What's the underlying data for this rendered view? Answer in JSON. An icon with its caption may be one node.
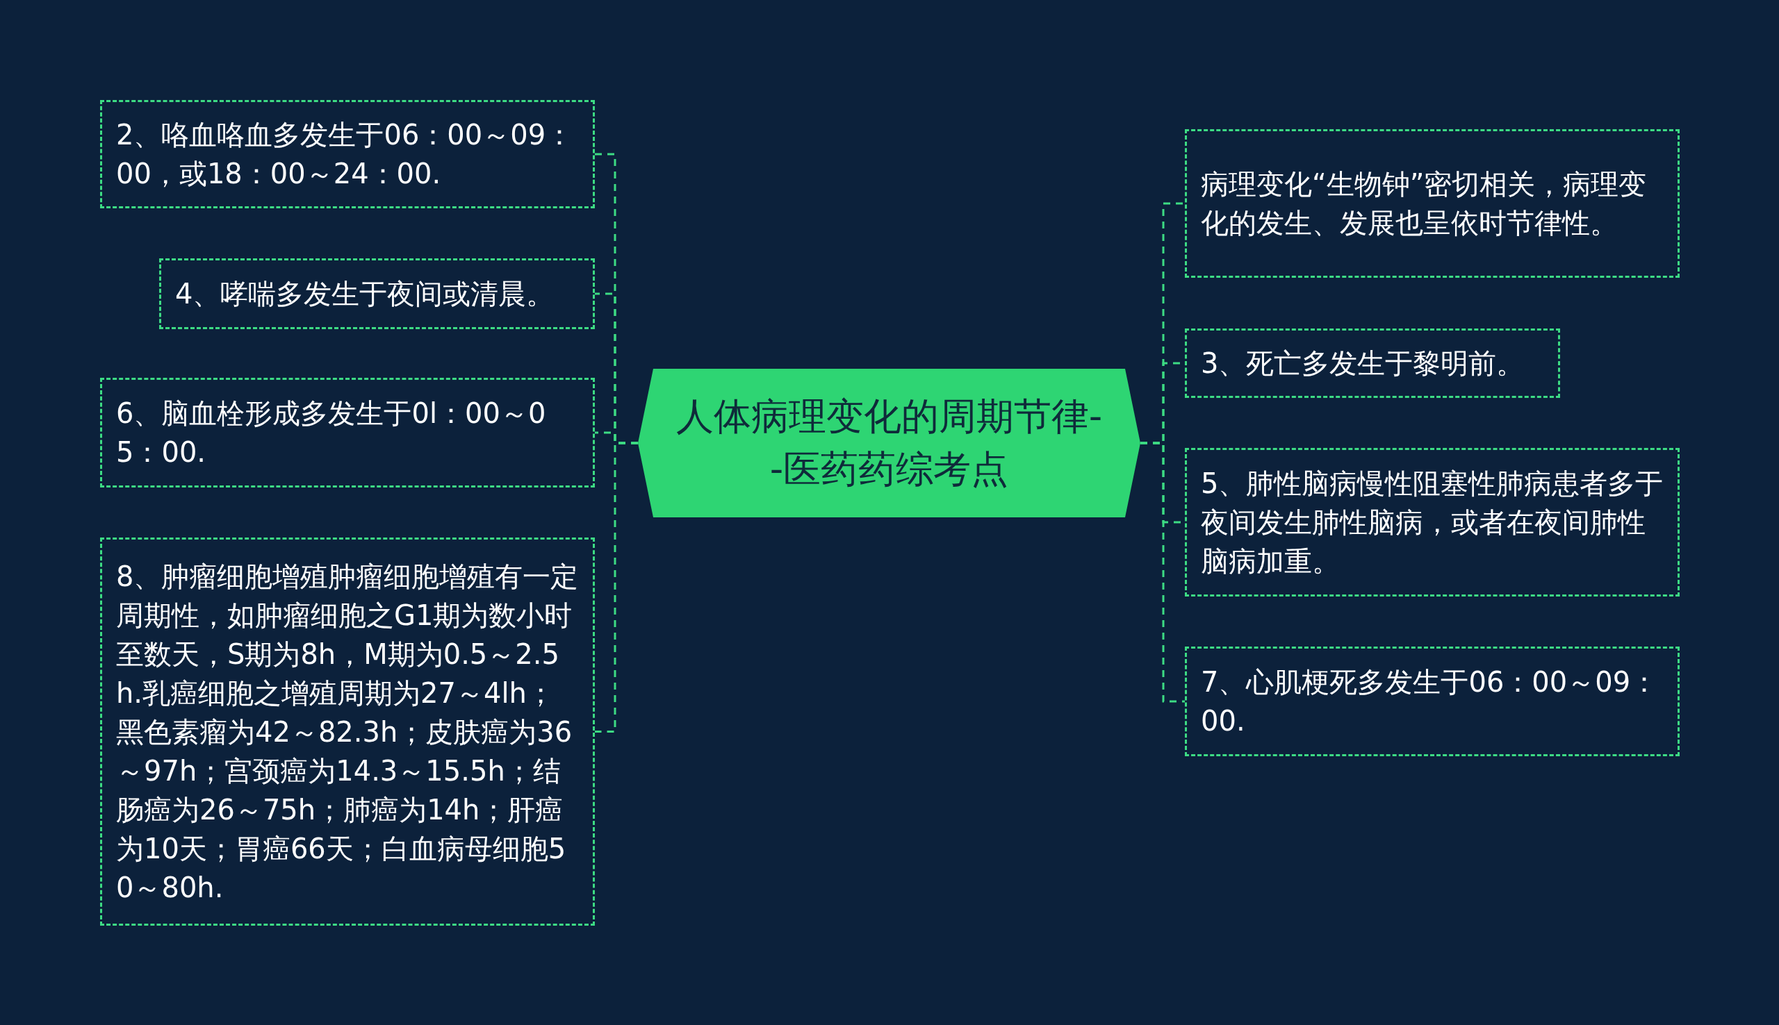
{
  "diagram": {
    "nodes": [
      {
        "text": [
          "人体病理变化的周期节律--医药药综考点"
        ]
      },
      {
        "text": [
          "2、咯血咯血多发生于06：00～09：00，或18：00～24：00."
        ]
      },
      {
        "text": [
          "4、哮喘多发生于夜间或清晨。"
        ]
      },
      {
        "text": [
          "6、脑血栓形成多发生于0l：00～05：00."
        ]
      },
      {
        "text": [
          "8、肿瘤细胞增殖肿瘤细胞增殖有一定周期性，如肿瘤细胞之G1期为数小时至数天，S期为8h，M期为0.5～2.5h.乳癌细胞之增殖周期为27～4lh；黑色素瘤为42～82.3h；皮肤癌为36～97h；宫颈癌为14.3～15.5h；结肠癌为26～75h；肺癌为14h；肝癌为10天；胃癌66天；白血病母细胞50～80h."
        ]
      },
      {
        "text": [
          "病理变化“生物钟”密切相关，病理变化的发生、发展也呈依时节律性。"
        ]
      },
      {
        "text": [
          "3、死亡多发生于黎明前。"
        ]
      },
      {
        "text": [
          "5、肺性脑病慢性阻塞性肺病患者多于夜间发生肺性脑病，或者在夜间肺性脑病加重。"
        ]
      },
      {
        "text": [
          "7、心肌梗死多发生于06：00～09：00."
        ]
      }
    ],
    "edges": [
      {
        "from": 0,
        "to": 1,
        "arrow": "none"
      },
      {
        "from": 0,
        "to": 2,
        "arrow": "none"
      },
      {
        "from": 0,
        "to": 3,
        "arrow": "none"
      },
      {
        "from": 0,
        "to": 4,
        "arrow": "none"
      },
      {
        "from": 0,
        "to": 5,
        "arrow": "none"
      },
      {
        "from": 0,
        "to": 6,
        "arrow": "none"
      },
      {
        "from": 0,
        "to": 7,
        "arrow": "none"
      },
      {
        "from": 0,
        "to": 8,
        "arrow": "none"
      }
    ]
  }
}
